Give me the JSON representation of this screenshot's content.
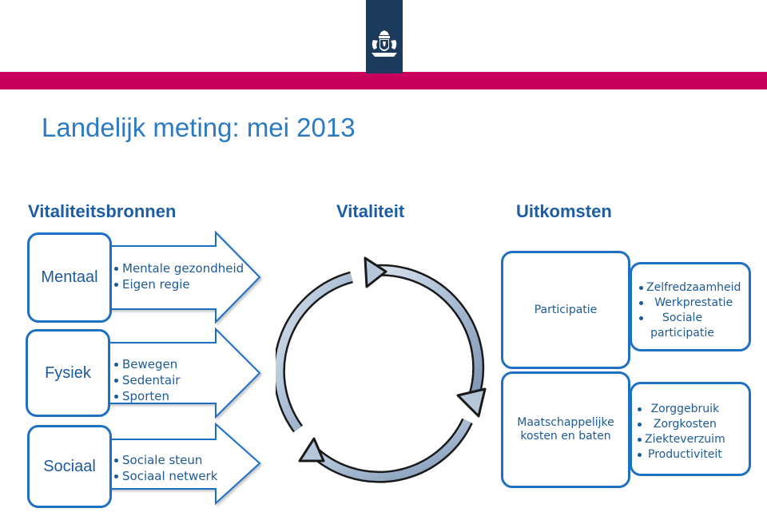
{
  "page": {
    "title": "Landelijk meting: mei 2013"
  },
  "columns": {
    "sources": "Vitaliteitsbronnen",
    "vitality": "Vitaliteit",
    "outcomes": "Uitkomsten"
  },
  "sources": [
    {
      "label": "Mentaal",
      "items": [
        "Mentale gezondheid",
        "Eigen regie"
      ]
    },
    {
      "label": "Fysiek",
      "items": [
        "Bewegen",
        "Sedentair",
        "Sporten"
      ]
    },
    {
      "label": "Sociaal",
      "items": [
        "Sociale steun",
        "Sociaal netwerk"
      ]
    }
  ],
  "outcomes": [
    {
      "label": "Participatie",
      "items": [
        "Zelfredzaamheid",
        "Werkprestatie",
        "Sociale participatie"
      ]
    },
    {
      "label": "Maatschappelijke kosten en baten",
      "items": [
        "Zorggebruik",
        "Zorgkosten",
        "Ziekteverzuim",
        "Productiviteit"
      ]
    }
  ],
  "colors": {
    "accent_bar": "#c6005b",
    "logo_tab": "#1b3a5c",
    "heading": "#1b5da6",
    "title": "#2b7bc4",
    "box_border": "#1f6fc2"
  },
  "icons": {
    "logo": "royal-coat-of-arms-icon",
    "cycle": "circular-arrows-icon"
  }
}
